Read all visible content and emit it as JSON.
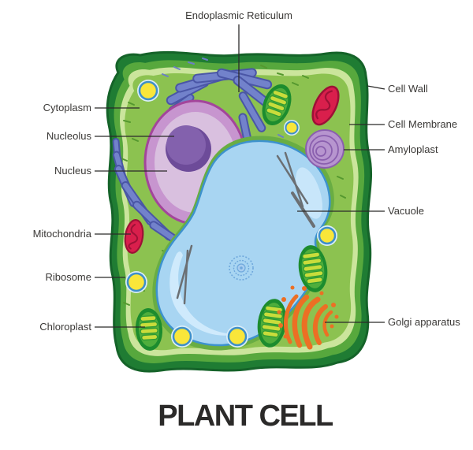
{
  "title": "PLANT CELL",
  "diagram": {
    "label_top": {
      "id": "endoplasmic-reticulum",
      "text": "Endoplasmic Reticulum"
    },
    "labels_left": [
      {
        "id": "cytoplasm",
        "text": "Cytoplasm"
      },
      {
        "id": "nucleolus",
        "text": "Nucleolus"
      },
      {
        "id": "nucleus",
        "text": "Nucleus"
      },
      {
        "id": "mitochondria",
        "text": "Mitochondria"
      },
      {
        "id": "ribosome",
        "text": "Ribosome"
      },
      {
        "id": "chloroplast",
        "text": "Chloroplast"
      }
    ],
    "labels_right": [
      {
        "id": "cell-wall",
        "text": "Cell Wall"
      },
      {
        "id": "cell-membrane",
        "text": "Cell Membrane"
      },
      {
        "id": "amyloplast",
        "text": "Amyloplast"
      },
      {
        "id": "vacuole",
        "text": "Vacuole"
      },
      {
        "id": "golgi-apparatus",
        "text": "Golgi apparatus"
      }
    ],
    "palette": {
      "cell_wall_dark": "#1f7c33",
      "cell_wall_mid": "#57a83d",
      "cell_membrane_pale": "#cbe59c",
      "cytoplasm_green": "#8cc250",
      "nucleus_ring": "#a3459b",
      "nucleus_outer": "#c795cf",
      "nucleus_inner": "#d9c0df",
      "nucleolus_purple": "#6d4b99",
      "er_blue": "#7282cb",
      "vacuole_fill": "#a8d5f2",
      "vacuole_stroke": "#3d92cd",
      "chloroplast_green": "#4fae3c",
      "chloroplast_stripe": "#c9dc3b",
      "mitochondria_red": "#d91f4c",
      "ribosome_yellow": "#f9e63a",
      "amyloplast_purple": "#b795cf",
      "golgi_orange": "#ec6f24",
      "label_color": "#3a3836",
      "title_color": "#2b2a29"
    }
  }
}
